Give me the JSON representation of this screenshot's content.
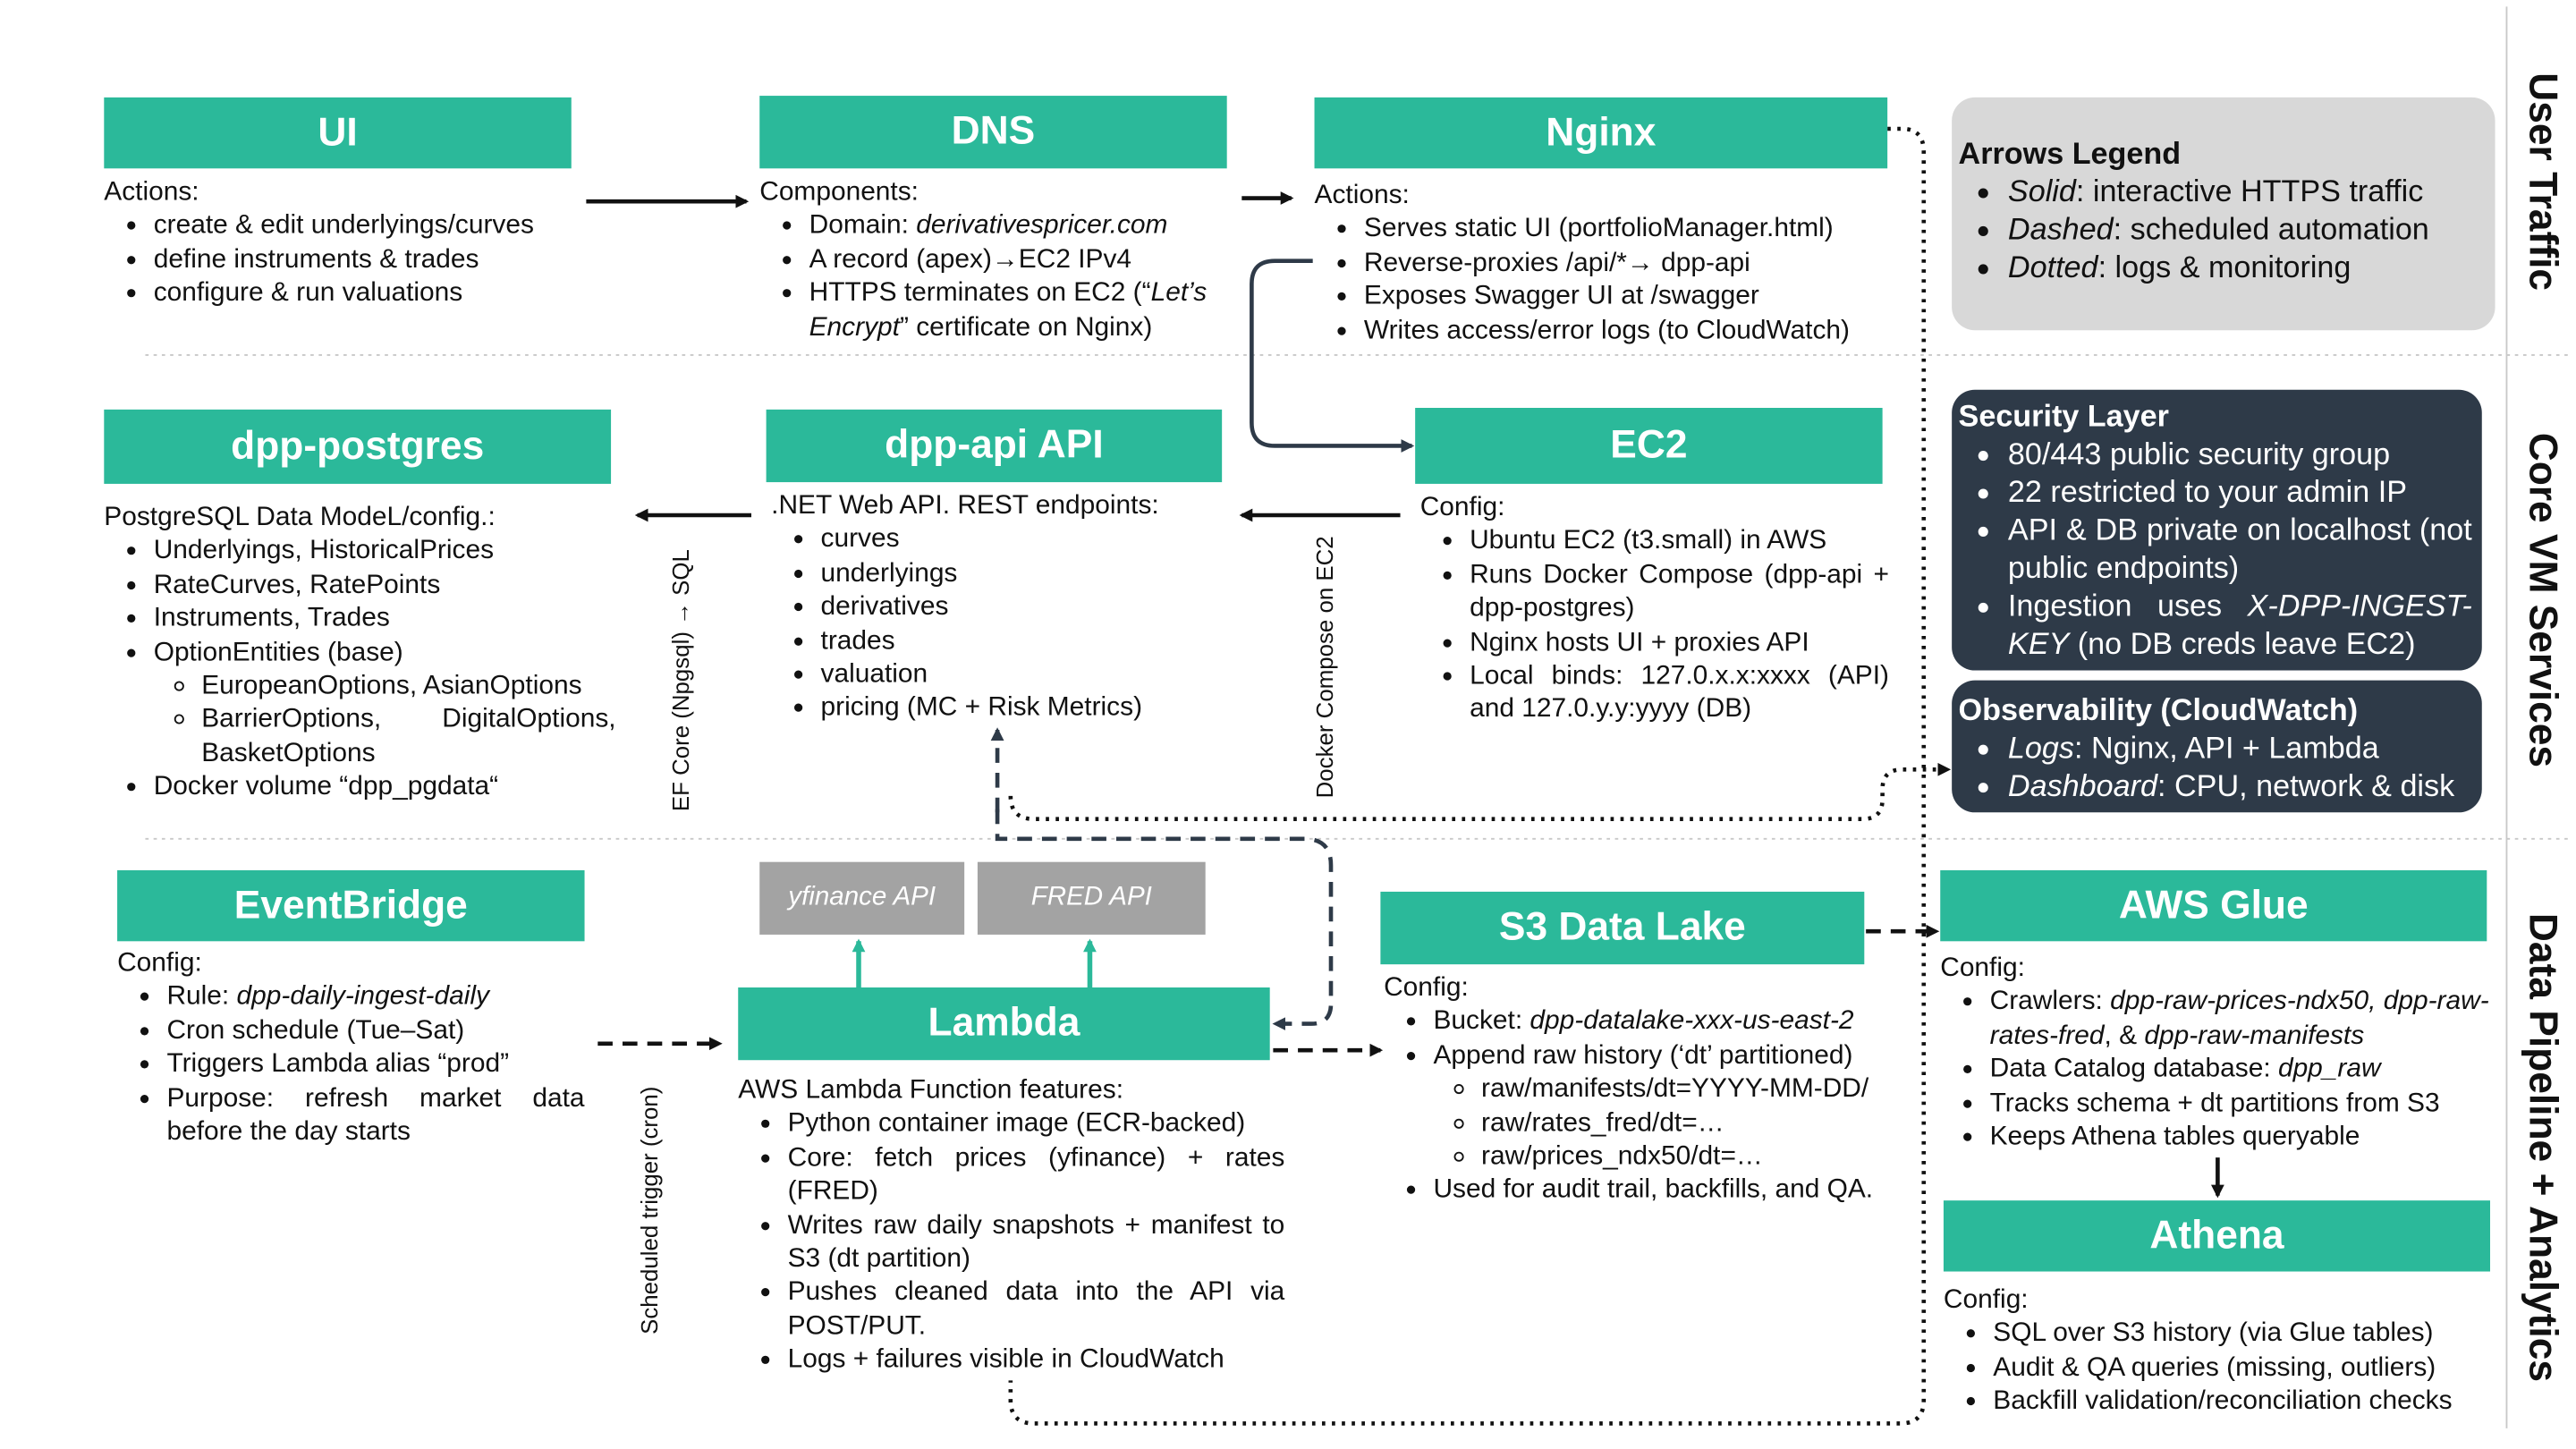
{
  "nodes": {
    "ui": {
      "title": "UI",
      "heading": "Actions:",
      "items": [
        "create & edit underlyings/curves",
        "define instruments & trades",
        "configure & run valuations"
      ]
    },
    "dns": {
      "title": "DNS",
      "heading": "Components:",
      "items_html": [
        "Domain: <i>derivativespricer.com</i>",
        "A record (apex)→EC2  IPv4",
        "HTTPS terminates on EC2 (“<i>Let’s Encrypt</i>” certificate on Nginx)"
      ]
    },
    "nginx": {
      "title": "Nginx",
      "heading": "Actions:",
      "items": [
        "Serves static UI (portfolioManager.html)",
        "Reverse-proxies /api/*→ dpp-api",
        "Exposes Swagger UI at /swagger",
        "Writes access/error logs (to CloudWatch)"
      ]
    },
    "postgres": {
      "title": "dpp-postgres",
      "heading": "PostgreSQL Data ModeL/config.:",
      "items": [
        "Underlyings, HistoricalPrices",
        "RateCurves, RatePoints",
        "Instruments, Trades",
        "OptionEntities (base)"
      ],
      "subitems": [
        "EuropeanOptions, AsianOptions",
        "BarrierOptions, DigitalOptions, BasketOptions"
      ],
      "last_item": "Docker volume “dpp_pgdata“"
    },
    "api": {
      "title": "dpp-api API",
      "heading": ".NET Web API. REST endpoints:",
      "items": [
        "curves",
        "underlyings",
        "derivatives",
        "trades",
        "valuation",
        "pricing (MC + Risk Metrics)"
      ]
    },
    "ec2": {
      "title": "EC2",
      "heading": "Config:",
      "items": [
        "Ubuntu EC2 (t3.small) in AWS",
        "Runs Docker Compose (dpp-api + dpp-postgres)",
        "Nginx hosts UI + proxies API",
        "Local binds: 127.0.x.x:xxxx (API) and 127.0.y.y:yyyy (DB)"
      ]
    },
    "eventbridge": {
      "title": "EventBridge",
      "heading": "Config:",
      "items_html": [
        "Rule: <i>dpp-daily-ingest-daily</i>",
        "Cron schedule (Tue–Sat)",
        "Triggers Lambda alias “prod”",
        "Purpose: refresh market data before the day starts"
      ]
    },
    "yfinance": {
      "title": "yfinance API"
    },
    "fred": {
      "title": "FRED API"
    },
    "lambda": {
      "title": "Lambda",
      "heading": "AWS Lambda Function features:",
      "items": [
        "Python container image (ECR-backed)",
        "Core: fetch prices (yfinance) + rates (FRED)",
        "Writes raw daily snapshots + manifest to S3 (dt partition)",
        "Pushes cleaned data into the API via POST/PUT.",
        "Logs + failures visible in CloudWatch"
      ]
    },
    "s3": {
      "title": "S3 Data Lake",
      "heading": "Config:",
      "items_html": [
        "Bucket: <i>dpp-datalake-xxx-us-east-2</i>",
        "Append raw history (‘dt’ partitioned)"
      ],
      "subitems": [
        "raw/manifests/dt=YYYY-MM-DD/",
        "raw/rates_fred/dt=…",
        "raw/prices_ndx50/dt=…"
      ],
      "last_item": "Used for audit trail, backfills, and QA."
    },
    "glue": {
      "title": "AWS Glue",
      "heading": "Config:",
      "items_html": [
        "Crawlers: <i>dpp-raw-prices-ndx50, dpp-raw-rates-fred</i>, &amp; <i>dpp-raw-manifests</i>",
        "Data Catalog database: <i>dpp_raw</i>",
        "Tracks schema + dt partitions from S3",
        "Keeps Athena tables queryable"
      ]
    },
    "athena": {
      "title": "Athena",
      "heading": "Config:",
      "items": [
        "SQL over S3 history (via Glue tables)",
        "Audit & QA queries (missing, outliers)",
        "Backfill validation/reconciliation checks"
      ]
    }
  },
  "edge_labels": {
    "ef_core": "EF Core (Npgsql) → SQL",
    "docker_compose": "Docker Compose on EC2",
    "scheduled": "Scheduled trigger (cron)"
  },
  "legend": {
    "title": "Arrows Legend",
    "items_html": [
      "<i>Solid</i>: interactive HTTPS traffic",
      "<i>Dashed</i>: scheduled automation",
      "<i>Dotted</i>: logs &amp; monitoring"
    ]
  },
  "security": {
    "title": "Security Layer",
    "items_html": [
      "80/443 public security group",
      "22 restricted to your admin IP",
      "API &amp; DB private on localhost (not public endpoints)",
      "Ingestion uses <i>X-DPP-INGEST-KEY</i> (no DB creds leave EC2)"
    ]
  },
  "observability": {
    "title": "Observability (CloudWatch)",
    "items_html": [
      "<i>Logs</i>: Nginx, API + Lambda",
      "<i>Dashboard</i>: CPU, network &amp; disk"
    ]
  },
  "bands": [
    "User Traffic",
    "Core VM Services",
    "Data Pipeline + Analytics"
  ],
  "colors": {
    "node": "#2bb99a",
    "external": "#a3a3a3",
    "dark_panel": "#2e3a48",
    "legend_panel": "#d8d8d8",
    "line": "#111111"
  }
}
